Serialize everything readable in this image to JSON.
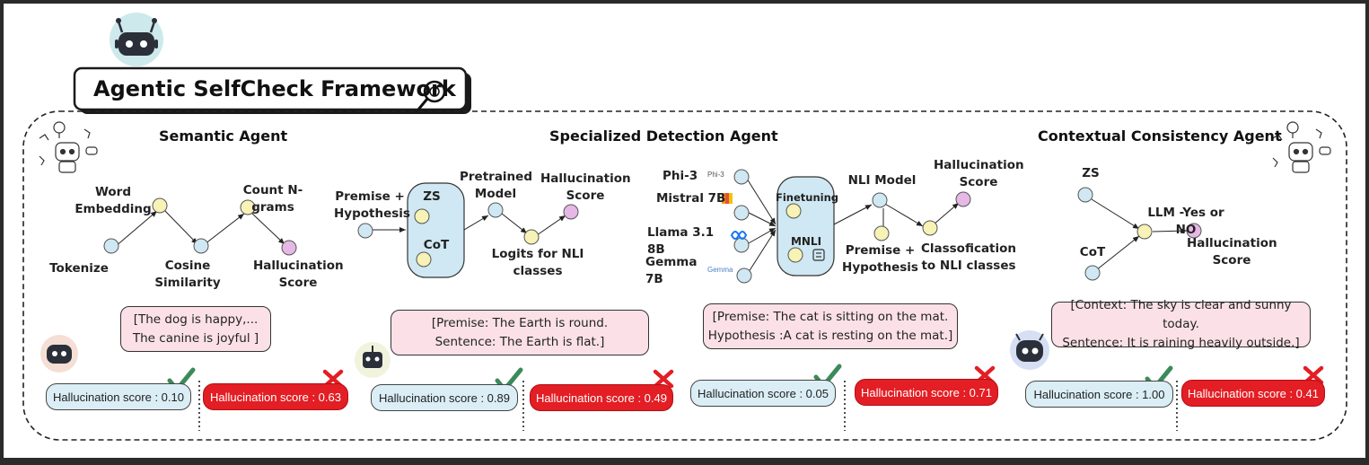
{
  "framework": {
    "title": "Agentic SelfCheck Framework"
  },
  "semantic": {
    "title": "Semantic Agent",
    "nodes": {
      "tokenize": "Tokenize",
      "word_embedding": "Word Embedding",
      "cosine": "Cosine Similarity",
      "ngrams": "Count N-grams",
      "score": "Hallucination\nScore"
    },
    "example": "[The dog is happy,...\nThe canine is joyful ]",
    "score_good": "Hallucination score : 0.10",
    "score_bad": "Hallucination score : 0.63"
  },
  "specialized": {
    "title": "Specialized Detection Agent",
    "nodes": {
      "premise": "Premise +\nHypothesis",
      "zs": "ZS",
      "cot": "CoT",
      "pretrained": "Pretrained\nModel",
      "logits": "Logits for NLI\nclasses",
      "score": "Hallucination\nScore"
    },
    "example": "[Premise: The Earth is round.\nSentence: The Earth is flat.]",
    "score_good": "Hallucination score : 0.89",
    "score_bad": "Hallucination score : 0.49"
  },
  "nli": {
    "models": [
      "Phi-3",
      "Mistral 7B",
      "Llama 3.1 8B",
      "Gemma 7B"
    ],
    "logo_phi": "Phi-3",
    "logo_gemma": "Gemma",
    "finetuning": "Finetuning",
    "mnli": "MNLI",
    "nli_model": "NLI Model",
    "premise": "Premise +\nHypothesis",
    "classification": "Classofication\nto NLI classes",
    "score": "Hallucination\nScore",
    "example": "[Premise: The cat is sitting on the mat.\nHypothesis :A cat is resting on the mat.]",
    "score_good": "Hallucination score : 0.05",
    "score_bad": "Hallucination score : 0.71"
  },
  "contextual": {
    "title": "Contextual Consistency Agent",
    "nodes": {
      "zs": "ZS",
      "cot": "CoT",
      "llm": "LLM -Yes or NO",
      "score": "Hallucination\nScore"
    },
    "example": "[Context: The sky is clear and sunny today.\nSentence: It is raining heavily outside.]",
    "score_good": "Hallucination score : 1.00",
    "score_bad": "Hallucination score : 0.41"
  },
  "colors": {
    "node_blue": "#cfe8f3",
    "node_yellow": "#f7f2b5",
    "node_pink": "#e6b8e6",
    "check_green": "#3c8a5a",
    "cross_red": "#e31e24",
    "score_red": "#e31e24",
    "score_blue": "#dbeef6",
    "example_pink": "#fbe1e7"
  },
  "icons": [
    "robot-head-icon",
    "magnifier-icon",
    "thinking-robot-icon",
    "check-icon",
    "cross-icon",
    "meta-logo-icon",
    "mistral-logo-icon",
    "brain-chip-icon"
  ]
}
